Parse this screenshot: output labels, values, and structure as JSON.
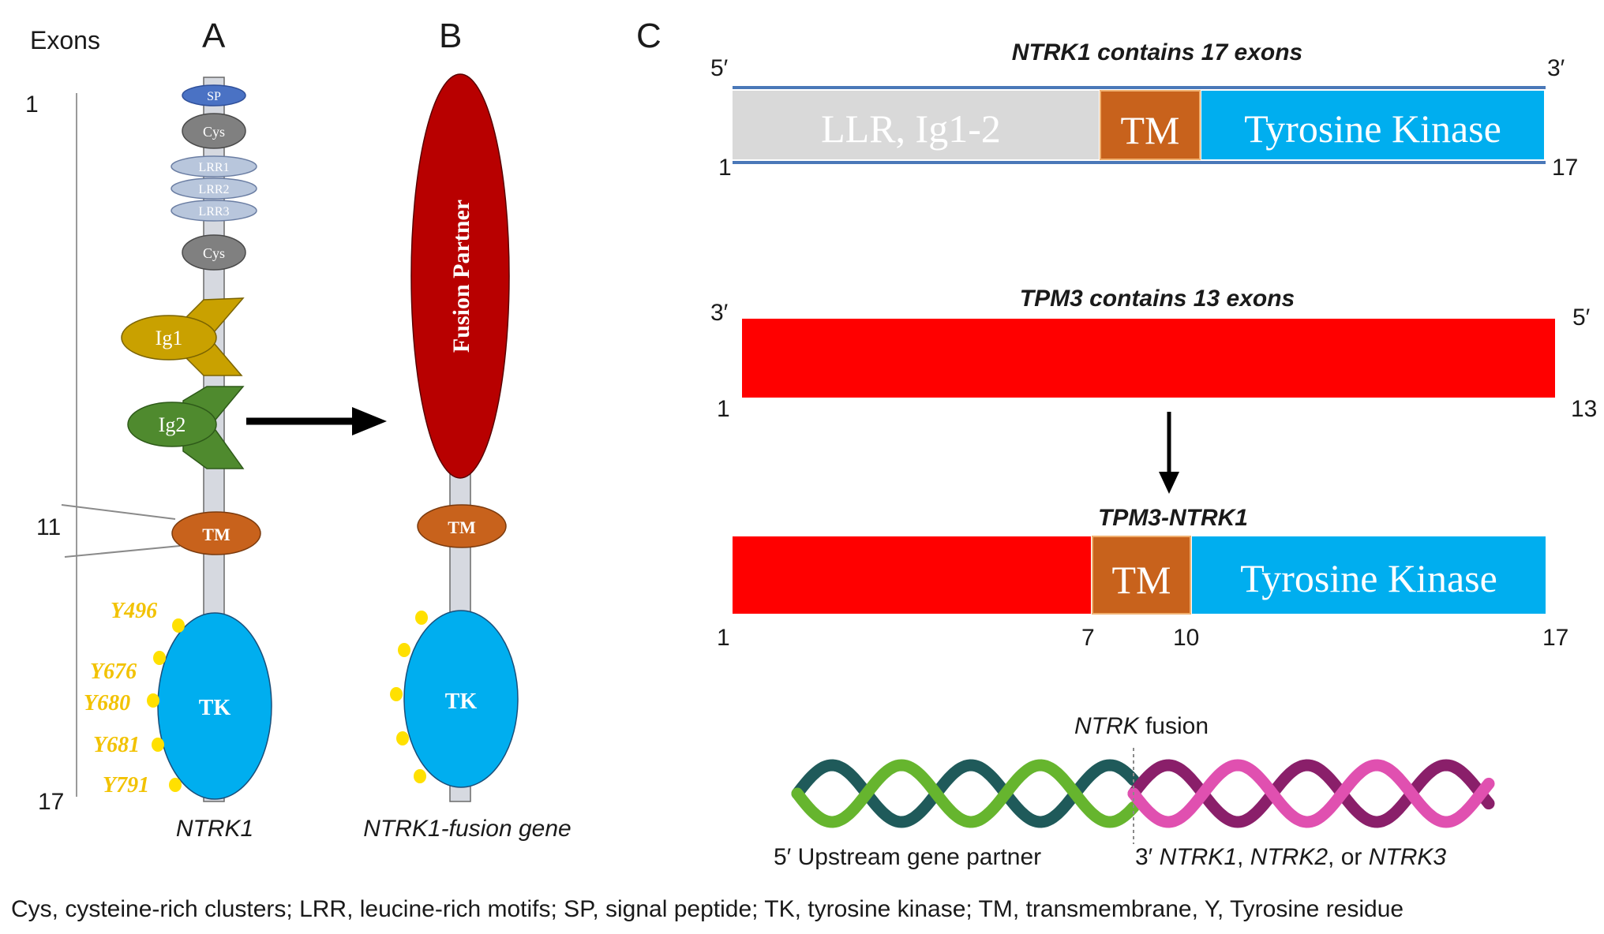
{
  "panel_a": {
    "exons_header": "Exons",
    "panel_label": "A",
    "exon_marks": [
      "1",
      "11",
      "17"
    ],
    "domains": {
      "sp": "SP",
      "cys_top": "Cys",
      "lrr1": "LRR1",
      "lrr2": "LRR2",
      "lrr3": "LRR3",
      "cys_bottom": "Cys",
      "ig1": "Ig1",
      "ig2": "Ig2",
      "tm": "TM",
      "tk": "TK"
    },
    "tyrosines": [
      "Y496",
      "Y676",
      "Y680",
      "Y681",
      "Y791"
    ],
    "caption": "NTRK1"
  },
  "panel_b": {
    "panel_label": "B",
    "fusion_partner": "Fusion Partner",
    "tm": "TM",
    "tk": "TK",
    "caption": "NTRK1-fusion gene"
  },
  "panel_c": {
    "panel_label": "C",
    "ntrk1": {
      "title": "NTRK1 contains 17 exons",
      "end_left": "5′",
      "end_right": "3′",
      "num_left": "1",
      "num_right": "17",
      "seg_llr": "LLR, Ig1-2",
      "seg_tm": "TM",
      "seg_tk": "Tyrosine Kinase"
    },
    "tpm3": {
      "title": "TPM3 contains 13 exons",
      "end_left": "3′",
      "end_right": "5′",
      "num_left": "1",
      "num_right": "13"
    },
    "fusion": {
      "title": "TPM3-NTRK1",
      "seg_tm": "TM",
      "seg_tk": "Tyrosine Kinase",
      "nums": [
        "1",
        "7",
        "10",
        "17"
      ]
    },
    "helix": {
      "title_italic": "NTRK",
      "title_rest": " fusion",
      "left_label": "5′ Upstream gene partner",
      "right_prefix": "3′ ",
      "right_g1": "NTRK1",
      "right_sep1": ", ",
      "right_g2": "NTRK2",
      "right_sep2": ", or ",
      "right_g3": "NTRK3"
    }
  },
  "footnote": "Cys, cysteine-rich clusters; LRR, leucine-rich motifs; SP, signal peptide; TK, tyrosine kinase; TM, transmembrane, Y, Tyrosine residue",
  "colors": {
    "sp": "#4a72c4",
    "cys": "#808080",
    "lrr": "#b8c6dc",
    "ig1": "#c9a100",
    "ig2": "#4f8a2e",
    "tm": "#c8621c",
    "tk": "#00aeef",
    "fusion_partner": "#b80000",
    "tyrosine": "#ffe000",
    "tyrosine_label": "#f2c200",
    "llr_segment": "#d9d9d9",
    "tpm3": "#ff0000",
    "helix_green": "#66b52e",
    "helix_teal": "#1f5a5a",
    "helix_pink": "#e050b0",
    "helix_purple": "#8a1f6a"
  }
}
